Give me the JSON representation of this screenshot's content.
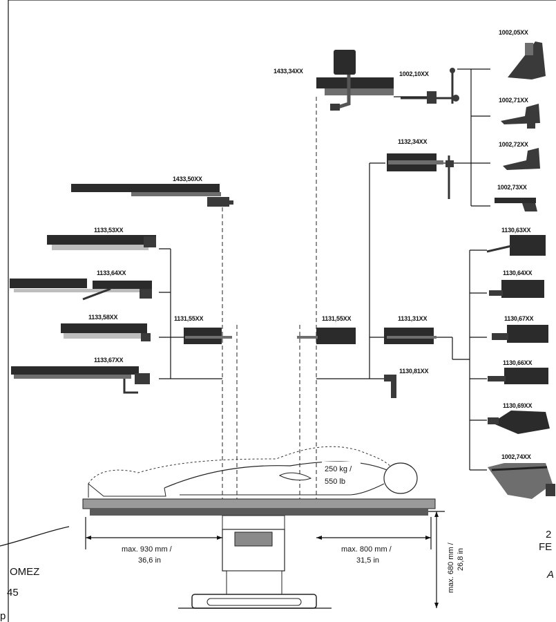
{
  "part_labels": {
    "p1433_34": "1433,34XX",
    "p1002_10": "1002,10XX",
    "p1002_05": "1002,05XX",
    "p1002_71": "1002,71XX",
    "p1002_72": "1002,72XX",
    "p1002_73": "1002,73XX",
    "p1132_34": "1132,34XX",
    "p1433_50": "1433,50XX",
    "p1133_53": "1133,53XX",
    "p1133_64": "1133,64XX",
    "p1133_58": "1133,58XX",
    "p1133_67": "1133,67XX",
    "p1131_55_left": "1131,55XX",
    "p1131_55_right": "1131,55XX",
    "p1131_31": "1131,31XX",
    "p1130_81": "1130,81XX",
    "p1130_63": "1130,63XX",
    "p1130_64": "1130,64XX",
    "p1130_67": "1130,67XX",
    "p1130_66": "1130,66XX",
    "p1130_69": "1130,69XX",
    "p1002_74": "1002,74XX"
  },
  "load": {
    "line1": "250 kg /",
    "line2": "550 lb"
  },
  "dimensions": {
    "left_line1": "max. 930 mm /",
    "left_line2": "36,6 in",
    "right_line1": "max. 800 mm /",
    "right_line2": "31,5 in",
    "height_line1": "max. 680 mm /",
    "height_line2": "26,8 in"
  },
  "fragments": {
    "name": "OMEZ",
    "num": "45",
    "p": "p",
    "fe": "FE",
    "two": "2",
    "a": "A"
  },
  "colors": {
    "ink": "#111111",
    "dark_part": "#2b2b2b",
    "mid_part": "#6e6e6e",
    "light_part": "#bdbdbd"
  }
}
